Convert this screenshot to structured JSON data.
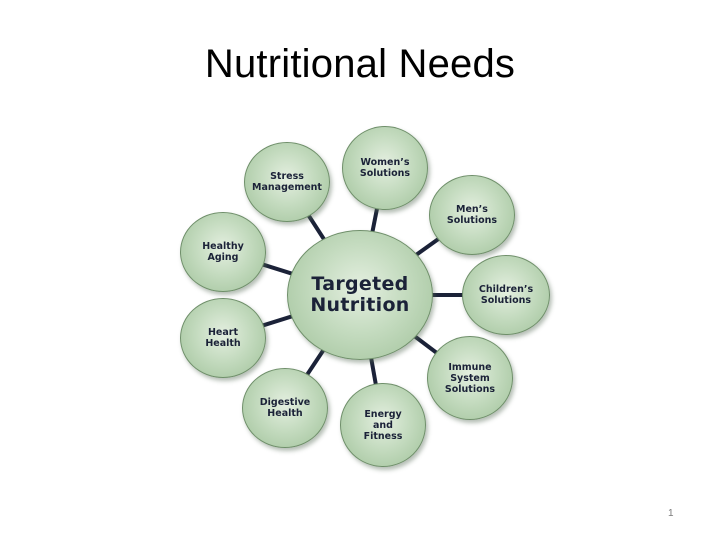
{
  "slide": {
    "title": "Nutritional Needs",
    "page_number": "1"
  },
  "diagram": {
    "center": {
      "label": "Targeted\nNutrition"
    },
    "nodes": [
      {
        "id": "stress-management",
        "label": "Stress\nManagement"
      },
      {
        "id": "womens-solutions",
        "label": "Women’s\nSolutions"
      },
      {
        "id": "mens-solutions",
        "label": "Men’s\nSolutions"
      },
      {
        "id": "childrens-solutions",
        "label": "Children’s\nSolutions"
      },
      {
        "id": "immune-system-solutions",
        "label": "Immune\nSystem\nSolutions"
      },
      {
        "id": "energy-and-fitness",
        "label": "Energy\nand\nFitness"
      },
      {
        "id": "digestive-health",
        "label": "Digestive\nHealth"
      },
      {
        "id": "heart-health",
        "label": "Heart\nHealth"
      },
      {
        "id": "healthy-aging",
        "label": "Healthy\nAging"
      }
    ],
    "colors": {
      "node_fill": "#c4dbbf",
      "node_border": "#6f8f6a",
      "connector": "#1b2238",
      "text": "#1b2238"
    }
  }
}
